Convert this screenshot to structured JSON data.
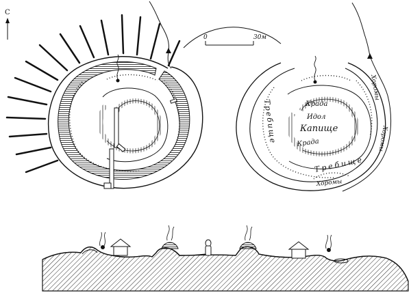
{
  "compass": {
    "label": "С",
    "icon": "north-arrow-icon"
  },
  "scale": {
    "start": "0",
    "end": "30м"
  },
  "right_plan_labels": {
    "idol": "Идол",
    "kapishche": "Капище",
    "krada_top": "Крада",
    "krada_bottom": "Крада",
    "trebishche_left": "Требище",
    "trebishche_bottom": "Требище",
    "khoromy_right_top": "Хоромы",
    "khoromy_right_side": "Хоромы",
    "khoromy_bottom": "Хоромы"
  },
  "colors": {
    "ink": "#111111",
    "paper": "#ffffff"
  }
}
